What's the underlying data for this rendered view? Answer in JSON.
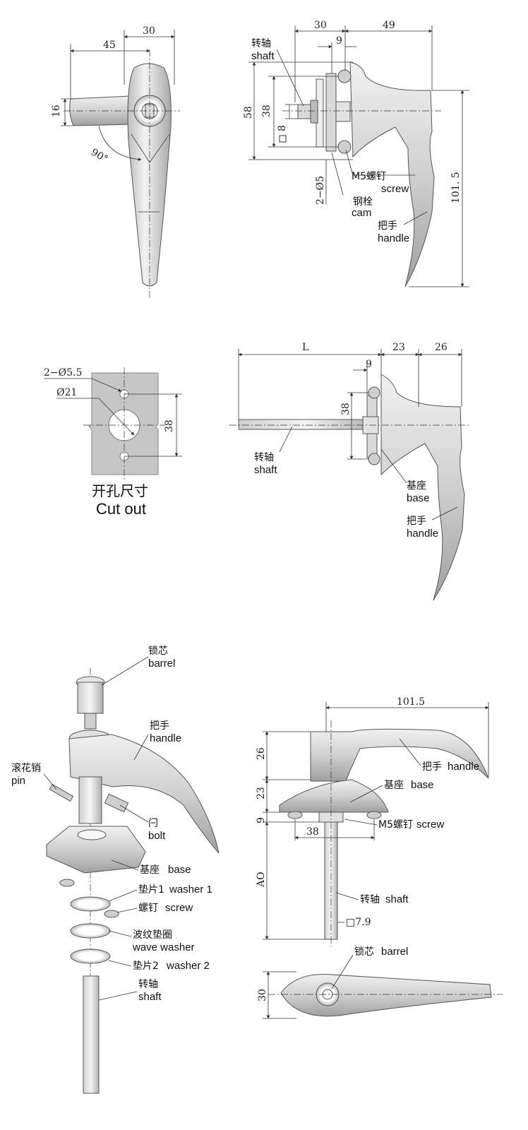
{
  "colors": {
    "metal_light": "#e8e8e8",
    "metal_mid": "#c8c8c8",
    "metal_dark": "#9a9a9a",
    "cutout_fill": "#c6c6c6",
    "line": "#333333",
    "background": "#ffffff"
  },
  "view_top_left": {
    "dim_30": "30",
    "dim_45": "45",
    "dim_16": "16",
    "angle": "90°"
  },
  "view_top_right": {
    "dim_30": "30",
    "dim_49": "49",
    "dim_9": "9",
    "dim_58": "58",
    "dim_38": "38",
    "dim_8": "8",
    "dim_2phi5": "2−Ø5",
    "dim_101_5": "101. 5",
    "shaft_cn": "转轴",
    "shaft_en": "shaft",
    "screw_cn": "M5螺钉",
    "screw_en": "screw",
    "cam_cn": "钢栓",
    "cam_en": "cam",
    "handle_cn": "把手",
    "handle_en": "handle"
  },
  "view_cutout": {
    "dim_2phi5_5": "2−Ø5.5",
    "dim_phi21": "Ø21",
    "dim_38": "38",
    "title_cn": "开孔尺寸",
    "title_en": "Cut out"
  },
  "view_mid_right": {
    "dim_L": "L",
    "dim_23": "23",
    "dim_26": "26",
    "dim_9": "9",
    "dim_38": "38",
    "shaft_cn": "转轴",
    "shaft_en": "shaft",
    "base_cn": "基座",
    "base_en": "base",
    "handle_cn": "把手",
    "handle_en": "handle"
  },
  "view_exploded": {
    "barrel_cn": "锁芯",
    "barrel_en": "barrel",
    "handle_cn": "把手",
    "handle_en": "handle",
    "pin_cn": "滚花销",
    "pin_en": "pin",
    "bolt_cn": "闩",
    "bolt_en": "bolt",
    "base_cn": "基座",
    "base_en": "base",
    "washer1_cn": "垫片1",
    "washer1_en": "washer 1",
    "screw_cn": "螺钉",
    "screw_en": "screw",
    "wave_cn": "波纹垫圈",
    "wave_en": "wave washer",
    "washer2_cn": "垫片2",
    "washer2_en": "washer 2",
    "shaft_cn": "转轴",
    "shaft_en": "shaft"
  },
  "view_bottom_right": {
    "dim_101_5": "101.5",
    "dim_26": "26",
    "dim_23": "23",
    "dim_9": "9",
    "dim_38": "38",
    "dim_AO": "AO",
    "dim_sq7_9": "□7.9",
    "dim_30": "30",
    "handle_cn": "把手",
    "handle_en": "handle",
    "base_cn": "基座",
    "base_en": "base",
    "screw_cn": "M5螺钉",
    "screw_en": "screw",
    "shaft_cn": "转轴",
    "shaft_en": "shaft",
    "barrel_cn": "锁芯",
    "barrel_en": "barrel"
  }
}
